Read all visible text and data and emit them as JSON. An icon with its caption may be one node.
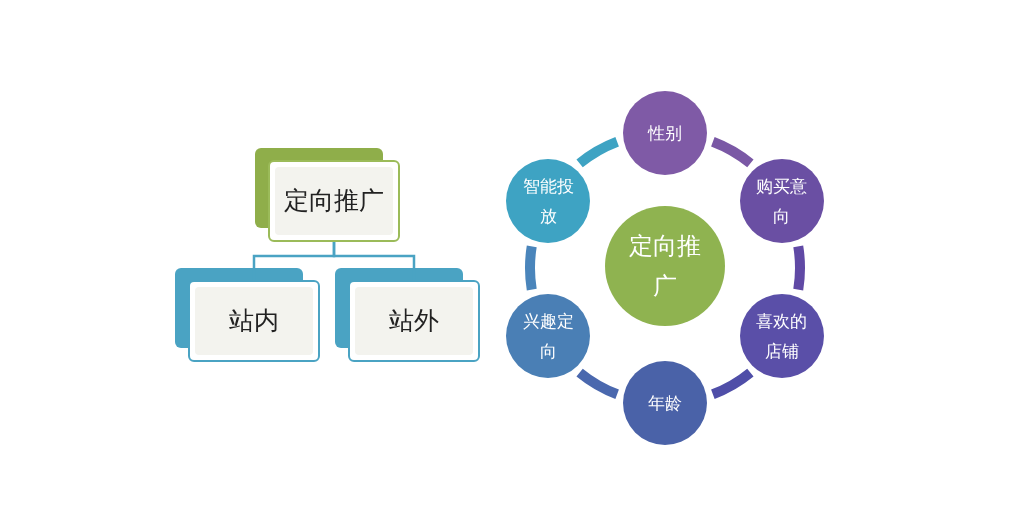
{
  "diagram": {
    "nodes": [
      {
        "text": [
          "定向推广"
        ]
      },
      {
        "text": [
          "站内"
        ]
      },
      {
        "text": [
          "站外"
        ]
      },
      {
        "text": [
          "定向推广"
        ]
      },
      {
        "text": [
          "性别"
        ]
      },
      {
        "text": [
          "购买意向"
        ]
      },
      {
        "text": [
          "喜欢的店铺"
        ]
      },
      {
        "text": [
          "年龄"
        ]
      },
      {
        "text": [
          "兴趣定向"
        ]
      },
      {
        "text": [
          "智能投放"
        ]
      }
    ],
    "edges": [
      {
        "from": 0,
        "to": 1,
        "arrow": "none"
      },
      {
        "from": 0,
        "to": 2,
        "arrow": "none"
      },
      {
        "from": 4,
        "to": 5,
        "arrow": "none",
        "color": "#7a58a5"
      },
      {
        "from": 5,
        "to": 6,
        "arrow": "none",
        "color": "#6049a5"
      },
      {
        "from": 6,
        "to": 7,
        "arrow": "none",
        "color": "#4f4ea8"
      },
      {
        "from": 7,
        "to": 8,
        "arrow": "none",
        "color": "#4a68ae"
      },
      {
        "from": 8,
        "to": 9,
        "arrow": "none",
        "color": "#4a85bb"
      },
      {
        "from": 9,
        "to": 4,
        "arrow": "none",
        "color": "#3ea3c3"
      }
    ]
  }
}
